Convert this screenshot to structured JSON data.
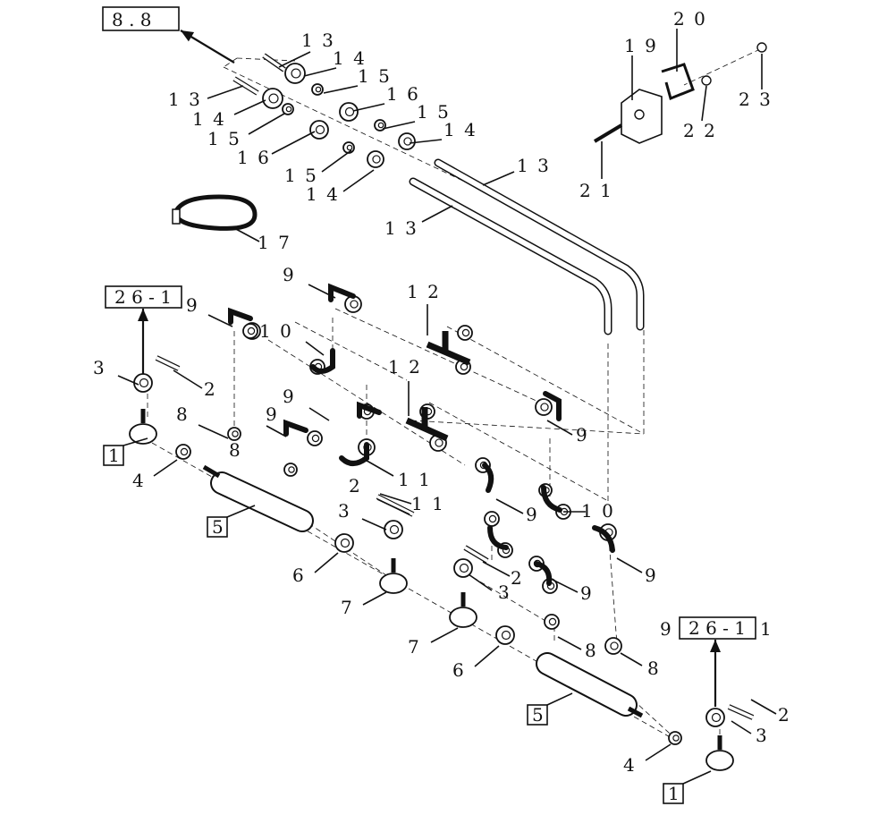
{
  "diagram": {
    "reference_boxes": [
      "8 . 8",
      "2 6 - 1",
      "2 6 - 1"
    ],
    "item_boxes": [
      "1",
      "1",
      "5",
      "5"
    ],
    "callouts": [
      "1 3",
      "1 4",
      "1 5",
      "1 6",
      "1 5",
      "1 4",
      "1 3",
      "1 4",
      "1 5",
      "1 6",
      "1 5",
      "1 4",
      "1 3",
      "1 3",
      "1 7",
      "1 9",
      "2 0",
      "2 3",
      "2 2",
      "2 1",
      "9",
      "9",
      "1 0",
      "1 2",
      "3",
      "2",
      "9",
      "1 2",
      "9",
      "8",
      "9",
      "4",
      "1 1",
      "2",
      "1 1",
      "3",
      "9",
      "1 0",
      "6",
      "7",
      "2",
      "3",
      "9",
      "9",
      "7",
      "6",
      "8",
      "8",
      "2",
      "3",
      "4",
      "9",
      "1",
      "8"
    ],
    "colors": {
      "line": "#111111",
      "background": "#ffffff"
    }
  }
}
